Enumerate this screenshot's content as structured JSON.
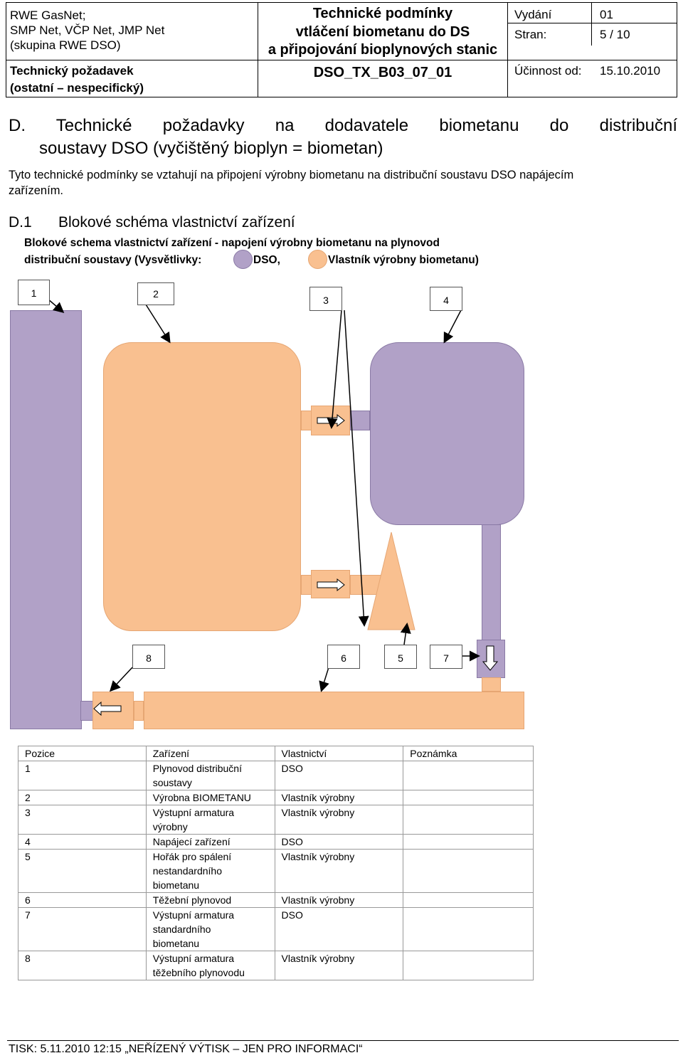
{
  "header": {
    "company_line1": "RWE GasNet;",
    "company_line2": "SMP Net, VČP Net, JMP Net",
    "company_line3": "(skupina RWE DSO)",
    "req_line1": "Technický požadavek",
    "req_line2": "(ostatní – nespecifický)",
    "title_line1": "Technické podmínky",
    "title_line2": "vtláčení biometanu do DS",
    "title_line3": "a připojování bioplynových stanic",
    "doc_code": "DSO_TX_B03_07_01",
    "edition_label": "Vydání",
    "edition_value": "01",
    "page_label": "Stran:",
    "page_value": "5 / 10",
    "effective_label": "Účinnost od:",
    "effective_value": "15.10.2010"
  },
  "section": {
    "heading_line1": "D. Technické požadavky na dodavatele biometanu do distribuční",
    "heading_line2": "soustavy DSO (vyčištěný bioplyn = biometan)",
    "intro_line1": "Tyto technické podmínky se vztahují na připojení výrobny biometanu na distribuční soustavu DSO napájecím",
    "intro_line2": "zařízením.",
    "sub_num": "D.1",
    "sub_title": "Blokové schéma vlastnictví zařízení",
    "caption_line1": "Blokové schema vlastnictví zařízení - napojení výrobny biometanu na plynovod",
    "caption_line2_a": "distribuční soustavy (Vysvětlivky:",
    "caption_line2_b": "DSO,",
    "caption_line2_c": "Vlastník výrobny biometanu)"
  },
  "diagram": {
    "labels": [
      "1",
      "2",
      "3",
      "4",
      "8",
      "6",
      "5",
      "7"
    ],
    "colors": {
      "dso": "#b1a1c7",
      "owner": "#f9c090"
    }
  },
  "table": {
    "headers": [
      "Pozice",
      "Zařízení",
      "Vlastnictví",
      "Poznámka"
    ],
    "rows": [
      {
        "pos": "1",
        "device_l1": "Plynovod distribuční",
        "device_l2": "soustavy",
        "device_l3": "",
        "owner": "DSO",
        "note": ""
      },
      {
        "pos": "2",
        "device_l1": "Výrobna BIOMETANU",
        "device_l2": "",
        "device_l3": "",
        "owner": "Vlastník výrobny",
        "note": ""
      },
      {
        "pos": "3",
        "device_l1": "Výstupní armatura",
        "device_l2": "výrobny",
        "device_l3": "",
        "owner": "Vlastník výrobny",
        "note": ""
      },
      {
        "pos": "4",
        "device_l1": "Napájecí zařízení",
        "device_l2": "",
        "device_l3": "",
        "owner": "DSO",
        "note": ""
      },
      {
        "pos": "5",
        "device_l1": "Hořák pro spálení",
        "device_l2": "nestandardního",
        "device_l3": "biometanu",
        "owner": "Vlastník výrobny",
        "note": ""
      },
      {
        "pos": "6",
        "device_l1": "Těžební plynovod",
        "device_l2": "",
        "device_l3": "",
        "owner": "Vlastník výrobny",
        "note": ""
      },
      {
        "pos": "7",
        "device_l1": "Výstupní armatura",
        "device_l2": "standardního",
        "device_l3": "biometanu",
        "owner": "DSO",
        "note": ""
      },
      {
        "pos": "8",
        "device_l1": "Výstupní armatura",
        "device_l2": "těžebního plynovodu",
        "device_l3": "",
        "owner": "Vlastník výrobny",
        "note": ""
      }
    ]
  },
  "footer": {
    "text": "TISK: 5.11.2010 12:15 „NEŘÍZENÝ VÝTISK – JEN PRO INFORMACI“"
  }
}
